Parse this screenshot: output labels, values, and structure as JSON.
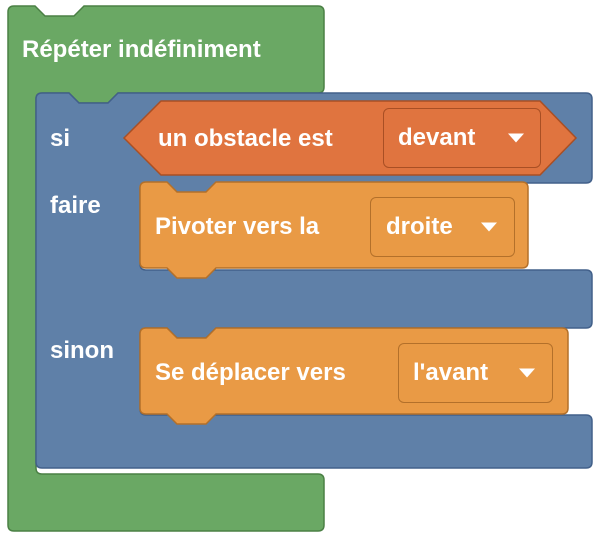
{
  "loop_block": {
    "label": "Répéter indéfiniment"
  },
  "if_block": {
    "if_label": "si",
    "do_label": "faire",
    "else_label": "sinon"
  },
  "condition_block": {
    "label": "un obstacle est",
    "dropdown_value": "devant"
  },
  "turn_block": {
    "label": "Pivoter vers  la",
    "dropdown_value": "droite"
  },
  "move_block": {
    "label": "Se déplacer vers",
    "dropdown_value": "l'avant"
  },
  "colors": {
    "loop_fill": "#6aa864",
    "loop_stroke": "#4b8045",
    "if_fill": "#5f80a8",
    "if_stroke": "#42608a",
    "condition_fill": "#e0743f",
    "condition_stroke": "#a94f24",
    "action_fill": "#e99a45",
    "action_stroke": "#b3702a"
  }
}
